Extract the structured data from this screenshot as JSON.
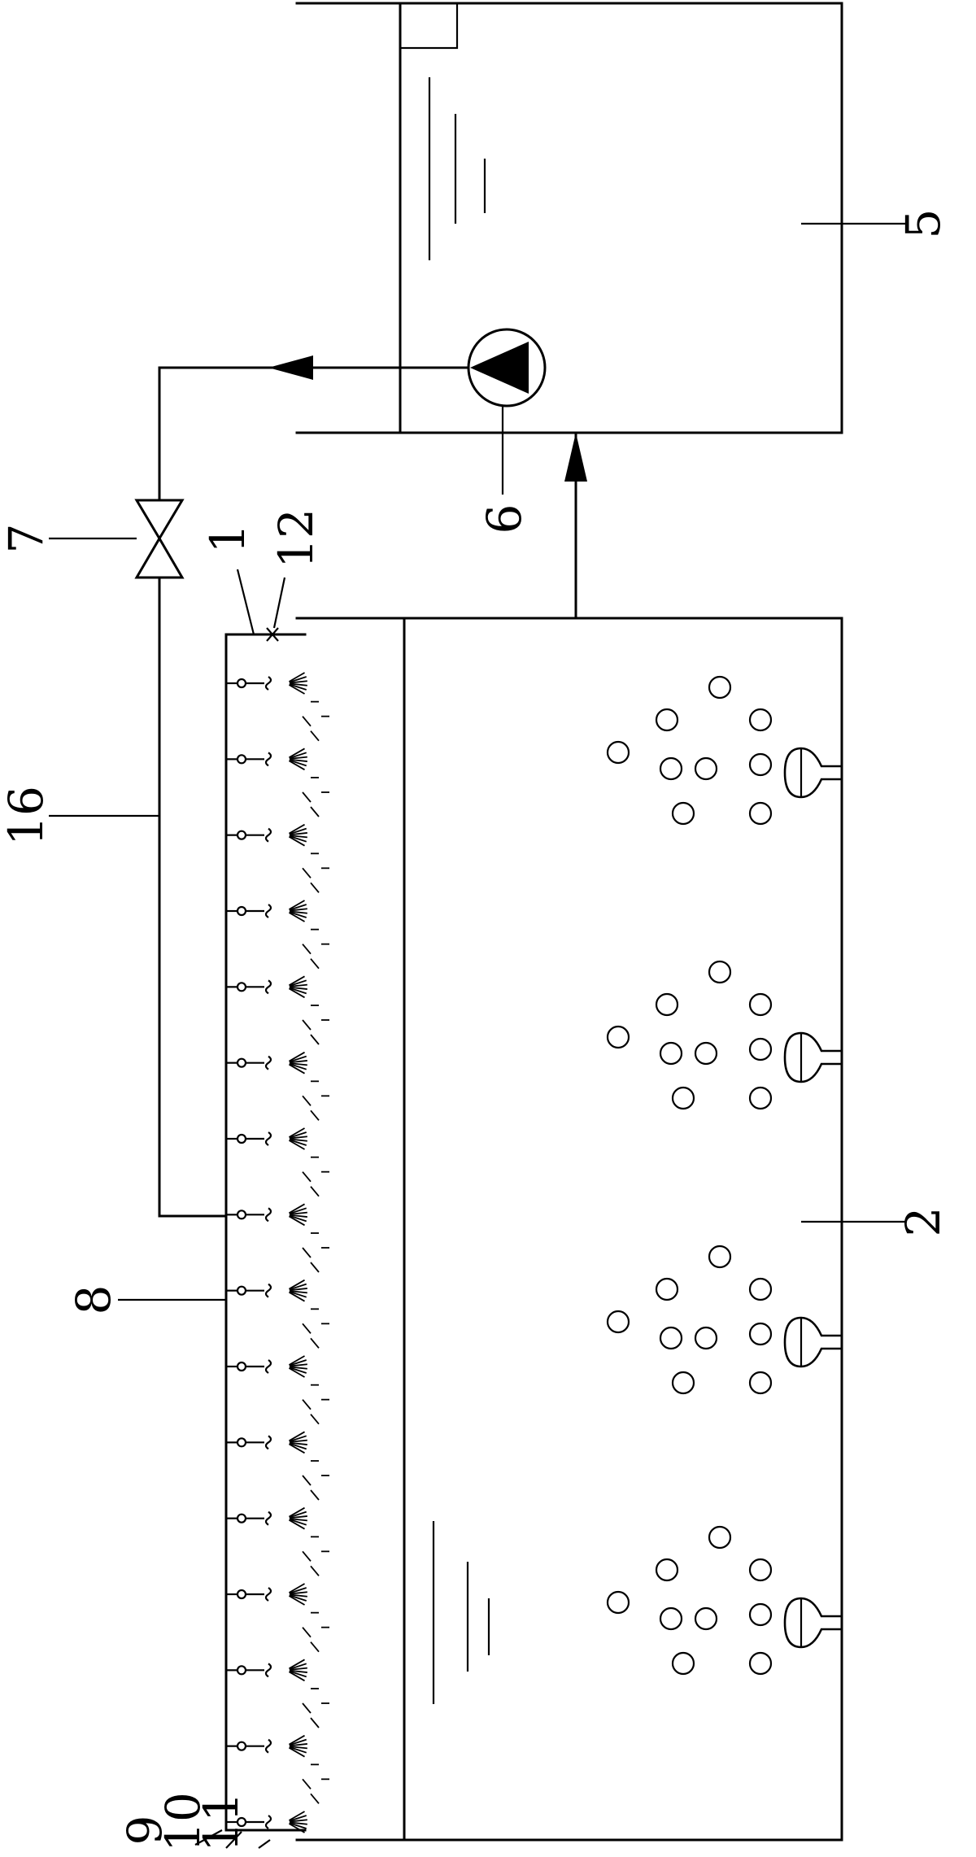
{
  "labels": {
    "l1": "1",
    "l2": "2",
    "l5": "5",
    "l6": "6",
    "l7": "7",
    "l8": "8",
    "l9": "9",
    "l10": "10",
    "l11": "11",
    "l12": "12",
    "l16": "16"
  },
  "nozzle_count": 16,
  "aerator_count": 4
}
